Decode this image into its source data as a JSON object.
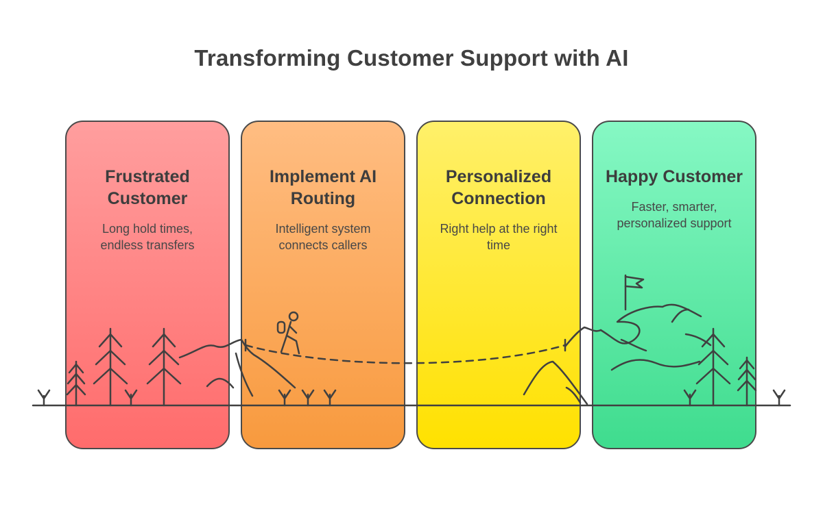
{
  "title": "Transforming Customer Support with AI",
  "stages": [
    {
      "title": "Frustrated\nCustomer",
      "description": "Long hold times,\nendless transfers",
      "color_top": "#ff9e9e",
      "color_bottom": "#ff6c6c"
    },
    {
      "title": "Implement AI\nRouting",
      "description": "Intelligent system\nconnects callers",
      "color_top": "#ffbd82",
      "color_bottom": "#f89a3e"
    },
    {
      "title": "Personalized\nConnection",
      "description": "Right help at the right\ntime",
      "color_top": "#fff06a",
      "color_bottom": "#ffe100"
    },
    {
      "title": "Happy Customer",
      "description": "Faster, smarter,\npersonalized support",
      "color_top": "#86f8c4",
      "color_bottom": "#3fdc8e"
    }
  ],
  "icons": {
    "hiker": "hiker-icon",
    "flag": "summit-flag-icon",
    "trees": "pine-tree-icon"
  }
}
